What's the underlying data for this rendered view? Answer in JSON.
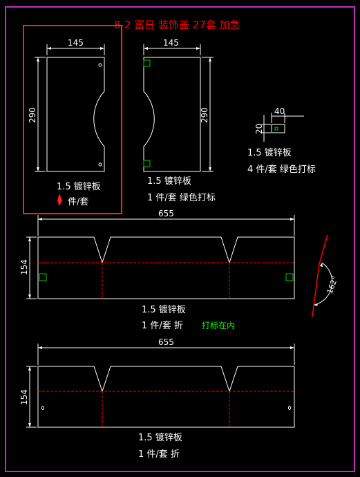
{
  "drawing": {
    "title": "8-2 富日 装饰盖 27套 加急",
    "colors": {
      "background": "#000000",
      "frame": "#c030c0",
      "title": "#ff0000",
      "highlight": "#ff2020",
      "outline": "#ffffff",
      "dimension": "#ffffff",
      "centerline": "#ff0000",
      "marker": "#00cc00",
      "text": "#ffffff",
      "note_green": "#00ff00"
    },
    "part_left": {
      "width": "145",
      "height": "290",
      "material": "1.5 镀锌板",
      "qty": "件/套"
    },
    "part_right": {
      "width": "145",
      "height": "290",
      "material": "1.5 镀锌板",
      "qty": "1 件/套 绿色打标"
    },
    "part_small": {
      "width": "40",
      "height": "20",
      "material": "1.5 镀锌板",
      "qty": "4 件/套 绿色打标"
    },
    "strip_top": {
      "length": "655",
      "height": "154",
      "material": "1.5 镀锌板",
      "qty": "1 件/套 折",
      "note": "打标在内",
      "angle": "162°"
    },
    "strip_bottom": {
      "length": "655",
      "height": "154",
      "material": "1.5 镀锌板",
      "qty": "1 件/套 折"
    }
  }
}
